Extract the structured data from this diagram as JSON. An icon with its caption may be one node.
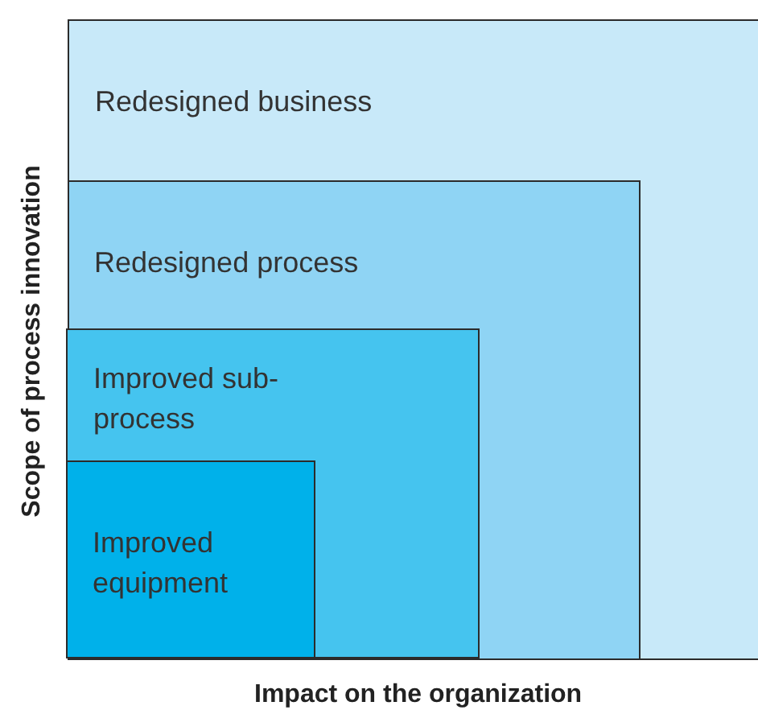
{
  "diagram": {
    "nodes": [
      {
        "text": [
          "Redesigned business"
        ]
      },
      {
        "text": [
          "Redesigned process"
        ],
        "in": 0
      },
      {
        "text": [
          "Improved sub-process"
        ],
        "in": 1
      },
      {
        "text": [
          "Improved equipment"
        ],
        "in": 2
      }
    ],
    "edges": [],
    "labels": [
      "Scope of process innovation",
      "Impact on the organization"
    ]
  }
}
